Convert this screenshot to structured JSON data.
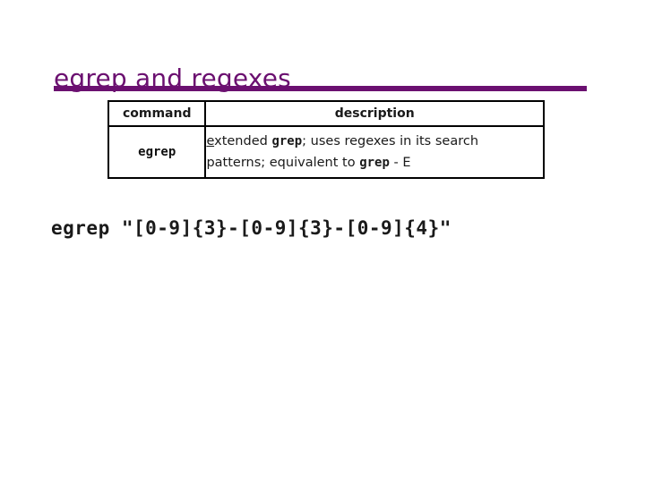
{
  "slide": {
    "title": "egrep and regexes",
    "accent_color": "#6B1070",
    "text_color": "#1a1a1a",
    "background_color": "#ffffff"
  },
  "table": {
    "headers": {
      "command": "command",
      "description": "description"
    },
    "rows": [
      {
        "command": "egrep",
        "description_parts": {
          "line1_underlined": "e",
          "line1_a": "xtended ",
          "line1_mono": "grep",
          "line1_b": ";  uses regexes in its search",
          "line2_a": "patterns;  equivalent to ",
          "line2_mono": "grep",
          "line2_b": "  - E"
        },
        "description_plain": "extended grep;  uses regexes in its search patterns;  equivalent to grep  -E"
      }
    ]
  },
  "example": {
    "command": "egrep \"[0-9]{3}-[0-9]{3}-[0-9]{4}\""
  }
}
